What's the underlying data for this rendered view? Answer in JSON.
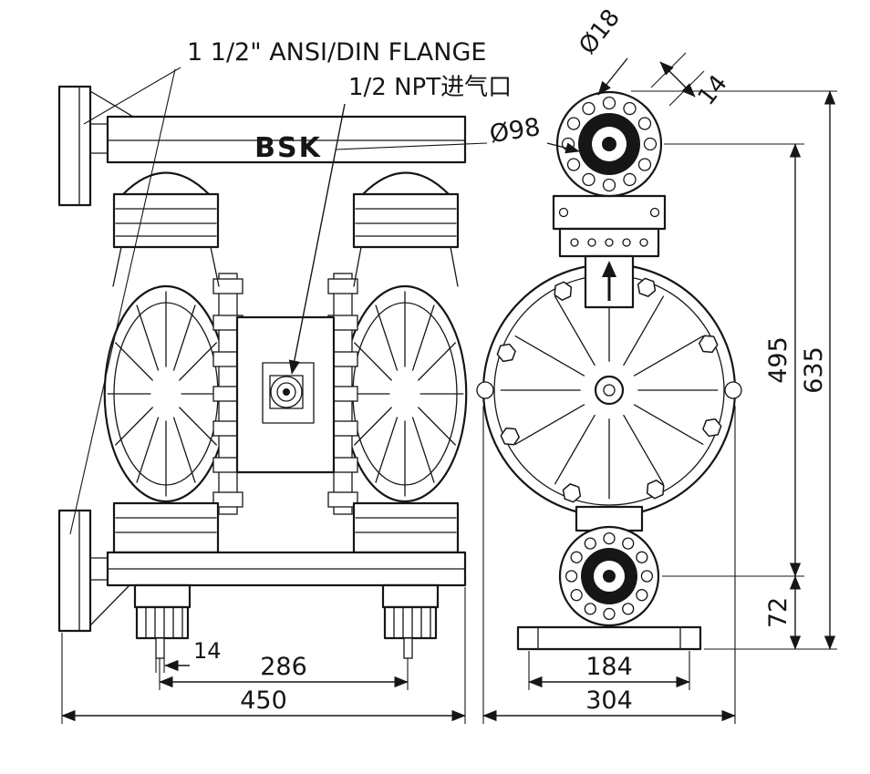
{
  "page": {
    "background": "#ffffff",
    "ink": "#161616"
  },
  "drawing": {
    "brand": "BSK",
    "callouts": {
      "flange": "1 1/2\" ANSI/DIN FLANGE",
      "air_inlet": "1/2 NPT进气口",
      "bolt_circle": "Ø18",
      "port_diameter": "Ø98"
    },
    "dimensions": {
      "flange_thickness": "14",
      "drain_width": "14",
      "port_spacing": "286",
      "overall_width_front": "450",
      "foot_spacing": "184",
      "overall_width_side": "304",
      "center_height": "495",
      "overall_height": "635",
      "base_to_muffler": "72"
    }
  }
}
